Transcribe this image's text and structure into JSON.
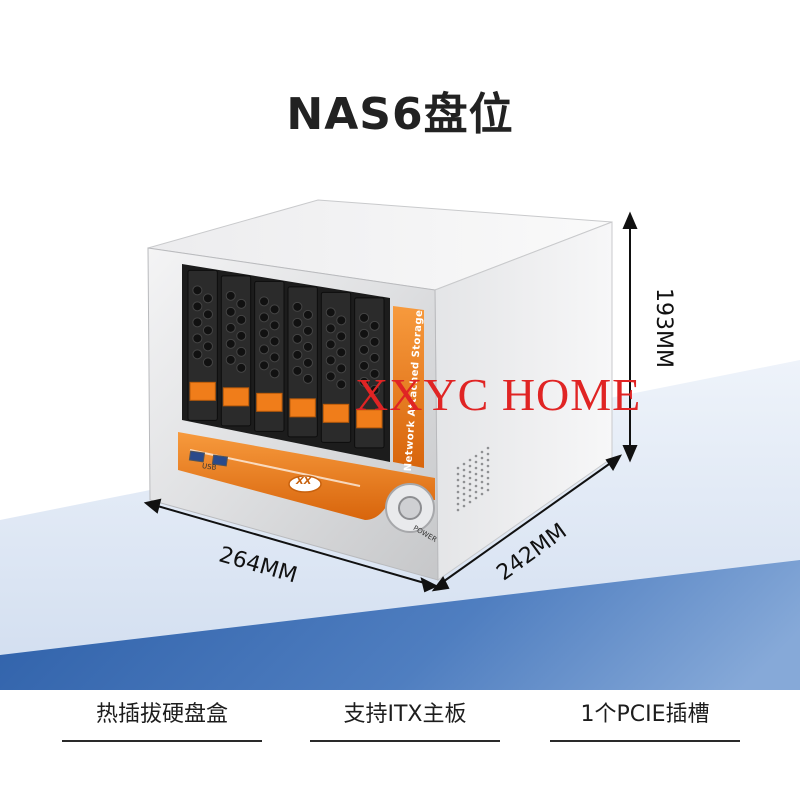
{
  "title": "NAS6盘位",
  "watermark": "XXYC HOME",
  "product": {
    "side_label": "Network Attached Storage",
    "usb_label": "USB",
    "power_label": "POWER",
    "logo_text": "XX",
    "bay_count": 6
  },
  "dimensions": {
    "height": "193MM",
    "width": "264MM",
    "depth": "242MM"
  },
  "features": [
    {
      "label": "热插拔硬盘盒"
    },
    {
      "label": "支持ITX主板"
    },
    {
      "label": "1个PCIE插槽"
    }
  ],
  "colors": {
    "accent_orange": "#f07d1a",
    "chassis_silver": "#d9dadc",
    "band_blue": "#4a78b8"
  }
}
